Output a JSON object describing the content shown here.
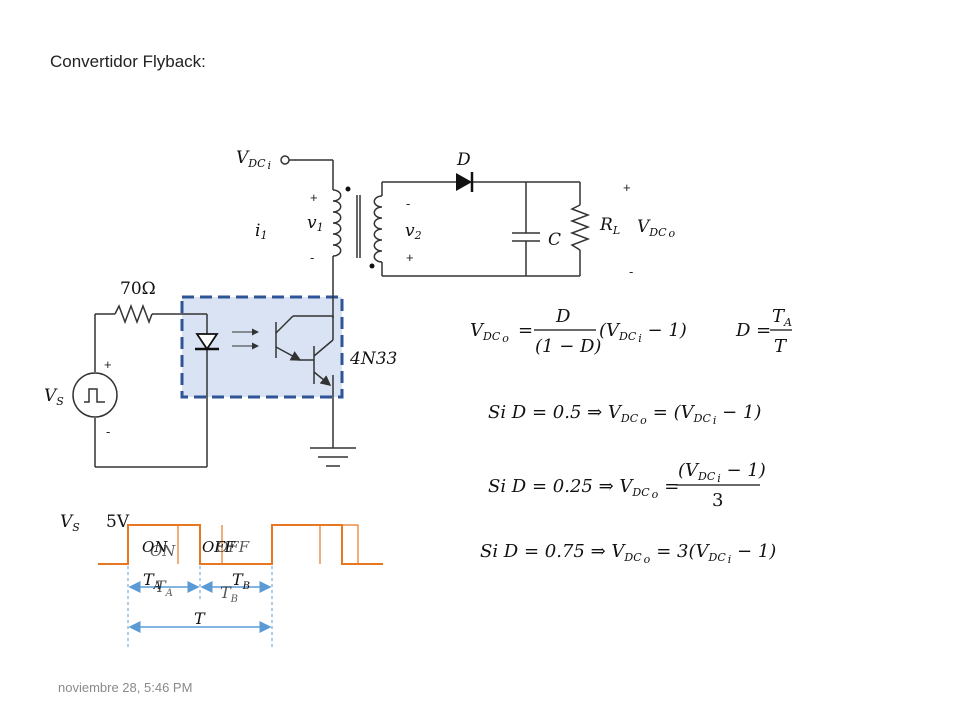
{
  "title": "Convertidor Flyback:",
  "footer": "noviembre 28, 5:46 PM",
  "circuit": {
    "vdci": "V",
    "vdci_sub": "DC",
    "vdci_sub2": "i",
    "i1": "i",
    "i1_sub": "1",
    "v1": "v",
    "v1_sub": "1",
    "v2": "v",
    "v2_sub": "2",
    "D": "D",
    "C": "C",
    "RL": "R",
    "RL_sub": "L",
    "vdco": "V",
    "vdco_sub": "DC",
    "vdco_sub2": "o",
    "resistor": "70Ω",
    "opto": "4N33",
    "vs": "V",
    "vs_sub": "S",
    "plus": "+",
    "minus": "-"
  },
  "waveform": {
    "vs": "V",
    "vs_sub": "S",
    "amp": "5V",
    "on": "ON",
    "off": "OFF",
    "ta": "T",
    "ta_sub": "A",
    "tb": "T",
    "tb_sub": "B",
    "t": "T"
  },
  "equations": {
    "eq1_lhs": "V",
    "eq1_lhs_sub": "DC",
    "eq1_lhs_sub2": "o",
    "eq1_num": "D",
    "eq1_den": "(1 − D)",
    "eq1_rhs": "(V",
    "eq1_rhs_sub": "DC",
    "eq1_rhs_sub2": "i",
    "eq1_rhs_tail": " − 1)",
    "eq2_lhs": "D =",
    "eq2_num": "T",
    "eq2_num_sub": "A",
    "eq2_den": "T",
    "s1_pre": "Si D = 0.5  ⇒  V",
    "s1_rhs": "= (V",
    "s1_tail": " − 1)",
    "s2_pre": "Si D = 0.25  ⇒  V",
    "s2_num": "(V",
    "s2_num_tail": " − 1)",
    "s2_den": "3",
    "s3_pre": "Si D = 0.75  ⇒  V",
    "s3_rhs": "= 3(V",
    "s3_tail": " − 1)",
    "sub_dc": "DC",
    "sub_o": "o",
    "sub_i": "i",
    "eq_sign": "="
  },
  "colors": {
    "wave": "#e87722",
    "dim": "#5b9bd5",
    "opto_fill": "#dae3f3",
    "opto_border": "#2f5597"
  }
}
